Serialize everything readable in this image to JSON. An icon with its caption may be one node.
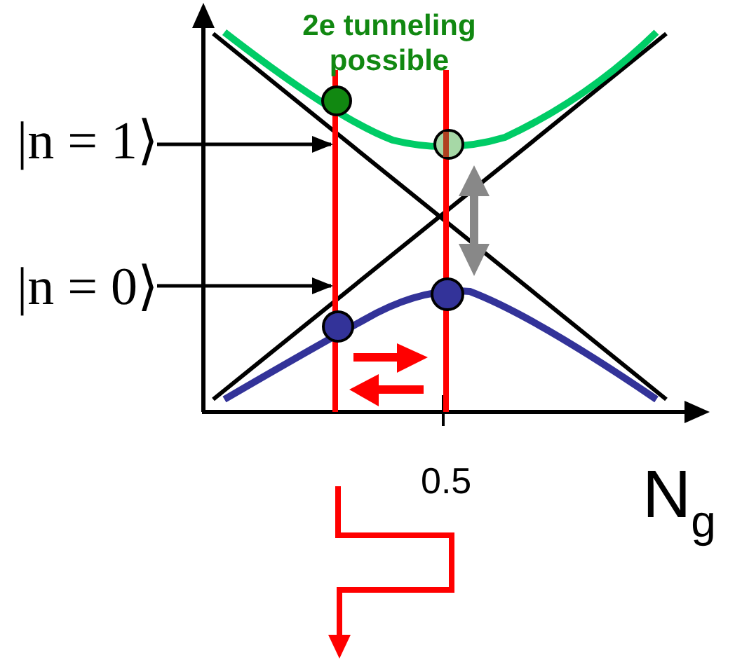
{
  "diagram": {
    "nodes": [
      {
        "text": [
          "|n = 1⟩"
        ]
      },
      {
        "text": [
          "|n = 0⟩"
        ]
      }
    ],
    "edges": [
      {
        "from": 0,
        "to": null,
        "arrow": "to"
      },
      {
        "from": 1,
        "to": null,
        "arrow": "to"
      }
    ],
    "labels": [
      "2e tunneling possible",
      "0.5",
      "N$_{g}$"
    ]
  }
}
